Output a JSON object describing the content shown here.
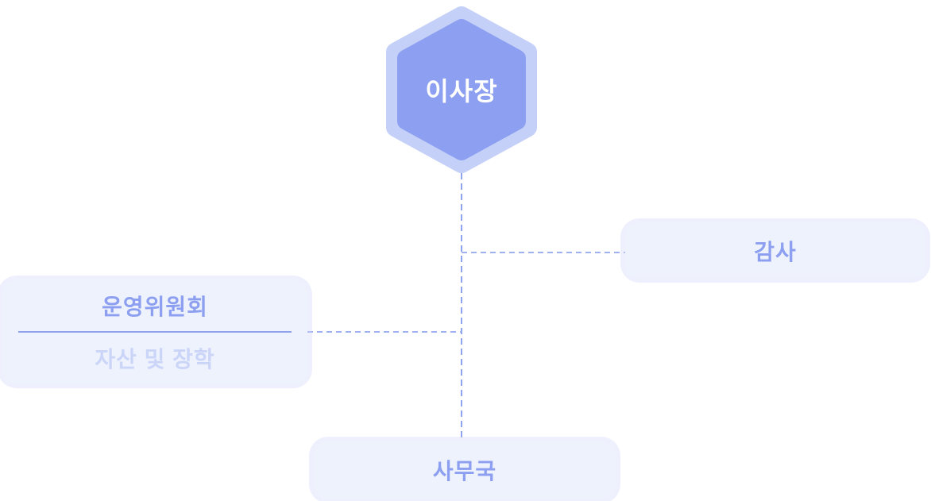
{
  "org_chart": {
    "root": {
      "label": "이사장"
    },
    "nodes": {
      "auditor": {
        "label": "감사"
      },
      "committee": {
        "title": "운영위원회",
        "subtitle": "자산 및 장학"
      },
      "office": {
        "label": "사무국"
      }
    },
    "colors": {
      "hexagon_fill": "#8C9FF0",
      "hexagon_ring": "#C5D0F8",
      "hexagon_text": "#FFFFFF",
      "box_fill": "#EEF2FD",
      "box_halo": "#E9EDFB",
      "box_text": "#8C9FF0",
      "subtitle_text": "#CBD5F8",
      "divider": "#8FA2EE",
      "connector_vertical": "#8FA4F0",
      "connector_horizontal": "#A0B1F2",
      "background": "#FFFFFF"
    }
  }
}
